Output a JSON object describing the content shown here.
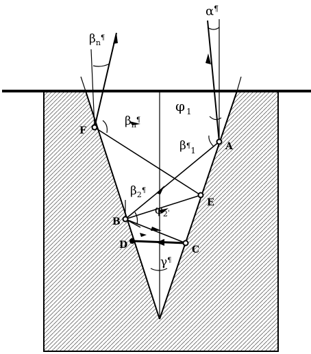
{
  "points": {
    "A": "A",
    "B": "B",
    "C": "C",
    "D": "D",
    "E": "E",
    "F": "F"
  },
  "angles": {
    "alpha": {
      "sym": "α",
      "sup": "¶"
    },
    "beta_n_top": {
      "sym": "β",
      "sub": "n",
      "sup": "¶"
    },
    "beta_n_F": {
      "sym": "β",
      "sub": "n",
      "sup": "¶"
    },
    "phi1": {
      "sym": "φ",
      "sub": "1"
    },
    "beta1": {
      "sym": "β",
      "sup": "¶",
      "sub": "1"
    },
    "beta2": {
      "sym": "β",
      "sub": "2",
      "sup": "¶"
    },
    "phi2": {
      "sym": "φ",
      "sub": "2",
      "sup": "'"
    },
    "gamma": {
      "sym": "γ",
      "sup": "¶"
    }
  },
  "colors": {
    "ink": "#000000",
    "fill_pattern": "#555555",
    "background": "#ffffff"
  }
}
